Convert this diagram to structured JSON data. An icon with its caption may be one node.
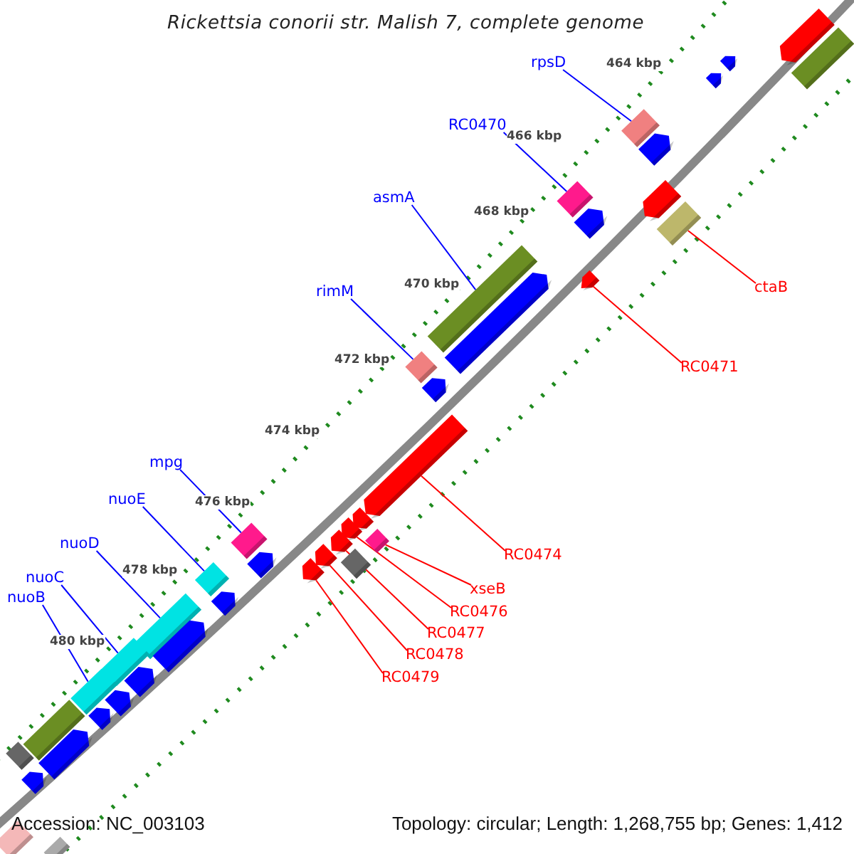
{
  "diagram": {
    "title": "Rickettsia conorii str. Malish 7, complete genome",
    "nodes": [
      {
        "text": [
          "rpsD"
        ]
      },
      {
        "text": [
          "RC0470"
        ]
      },
      {
        "text": [
          "ctaB"
        ]
      },
      {
        "text": [
          "asmA"
        ]
      },
      {
        "text": [
          "rimM"
        ]
      },
      {
        "text": [
          "RC0471"
        ]
      },
      {
        "text": [
          "mpg"
        ]
      },
      {
        "text": [
          "nuoE"
        ]
      },
      {
        "text": [
          "nuoD"
        ]
      },
      {
        "text": [
          "nuoC"
        ]
      },
      {
        "text": [
          "nuoB"
        ]
      },
      {
        "text": [
          "RC0474"
        ]
      },
      {
        "text": [
          "xseB"
        ]
      },
      {
        "text": [
          "RC0476"
        ]
      },
      {
        "text": [
          "RC0477"
        ]
      },
      {
        "text": [
          "RC0478"
        ]
      },
      {
        "text": [
          "RC0479"
        ]
      },
      {
        "text": [],
        "shape": "pentagon"
      },
      {
        "text": [],
        "shape": "bar"
      },
      {
        "text": [],
        "shape": "pentagon"
      },
      {
        "text": [],
        "shape": "pentagon"
      },
      {
        "text": [],
        "shape": "bar"
      },
      {
        "text": [],
        "shape": "pentagon"
      },
      {
        "text": [],
        "shape": "bar"
      },
      {
        "text": [],
        "shape": "pentagon"
      },
      {
        "text": [],
        "shape": "pentagon"
      },
      {
        "text": [],
        "shape": "bar"
      },
      {
        "text": [],
        "shape": "pentagon"
      },
      {
        "text": [],
        "shape": "bar"
      },
      {
        "text": [],
        "shape": "pentagon"
      },
      {
        "text": [],
        "shape": "bar"
      },
      {
        "text": [],
        "shape": "pentagon"
      },
      {
        "text": [],
        "shape": "pentagon"
      },
      {
        "text": [],
        "shape": "pentagon"
      },
      {
        "text": [],
        "shape": "pentagon"
      },
      {
        "text": [],
        "shape": "bar"
      },
      {
        "text": [],
        "shape": "bar"
      },
      {
        "text": [],
        "shape": "pentagon"
      },
      {
        "text": [],
        "shape": "pentagon"
      },
      {
        "text": [],
        "shape": "pentagon"
      },
      {
        "text": [],
        "shape": "bar"
      },
      {
        "text": [],
        "shape": "pentagon"
      },
      {
        "text": [],
        "shape": "bar"
      },
      {
        "text": [],
        "shape": "pentagon"
      },
      {
        "text": [],
        "shape": "bar"
      },
      {
        "text": [],
        "shape": "pentagon"
      },
      {
        "text": [],
        "shape": "bar"
      },
      {
        "text": [],
        "shape": "pentagon"
      },
      {
        "text": [],
        "shape": "bar"
      },
      {
        "text": [],
        "shape": "pentagon"
      },
      {
        "text": [],
        "shape": "pentagon"
      },
      {
        "text": [],
        "shape": "bar"
      },
      {
        "text": [],
        "shape": "pentagon"
      },
      {
        "text": [],
        "shape": "bar"
      },
      {
        "text": [],
        "shape": "pentagon"
      },
      {
        "text": [],
        "shape": "bar"
      },
      {
        "text": [],
        "shape": "bar"
      }
    ],
    "edges": [
      {
        "from": 0,
        "to": 21,
        "arrow": "none",
        "color": "#0000ff"
      },
      {
        "from": 1,
        "to": 23,
        "arrow": "none",
        "color": "#0000ff"
      },
      {
        "from": 2,
        "to": 26,
        "arrow": "none",
        "color": "#ff0000"
      },
      {
        "from": 3,
        "to": 28,
        "arrow": "none",
        "color": "#0000ff"
      },
      {
        "from": 4,
        "to": 30,
        "arrow": "none",
        "color": "#0000ff"
      },
      {
        "from": 5,
        "to": 27,
        "arrow": "none",
        "color": "#ff0000"
      },
      {
        "from": 6,
        "to": 35,
        "arrow": "none",
        "color": "#0000ff"
      },
      {
        "from": 7,
        "to": 42,
        "arrow": "none",
        "color": "#0000ff"
      },
      {
        "from": 8,
        "to": 44,
        "arrow": "none",
        "color": "#0000ff"
      },
      {
        "from": 9,
        "to": 46,
        "arrow": "none",
        "color": "#0000ff"
      },
      {
        "from": 10,
        "to": 48,
        "arrow": "none",
        "color": "#0000ff"
      },
      {
        "from": 11,
        "to": 32,
        "arrow": "none",
        "color": "#ff0000"
      },
      {
        "from": 12,
        "to": 36,
        "arrow": "none",
        "color": "#ff0000"
      },
      {
        "from": 13,
        "to": 34,
        "arrow": "none",
        "color": "#ff0000"
      },
      {
        "from": 14,
        "to": 37,
        "arrow": "none",
        "color": "#ff0000"
      },
      {
        "from": 15,
        "to": 38,
        "arrow": "none",
        "color": "#ff0000"
      },
      {
        "from": 16,
        "to": 41,
        "arrow": "none",
        "color": "#ff0000"
      }
    ],
    "labels": [
      "464 kbp",
      "466 kbp",
      "468 kbp",
      "470 kbp",
      "472 kbp",
      "474 kbp",
      "476 kbp",
      "478 kbp",
      "480 kbp",
      "Accession: NC_003103",
      "Topology: circular; Length: 1,268,755 bp; Genes: 1,412"
    ]
  }
}
